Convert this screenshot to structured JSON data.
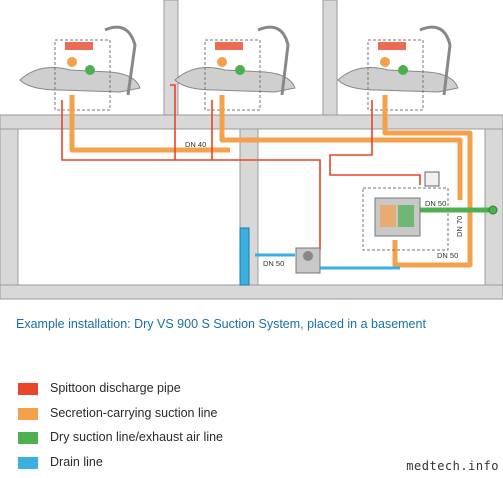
{
  "diagram": {
    "labels": {
      "dn40": "DN 40",
      "dn50_right": "DN 50",
      "dn70": "DN 70",
      "dn50_bottom": "DN 50",
      "dn50_drain": "DN 50"
    }
  },
  "caption": "Example installation: Dry VS 900 S Suction System, placed in a basement",
  "legend": [
    {
      "label": "Spittoon discharge pipe",
      "color": "#e8452a"
    },
    {
      "label": "Secretion-carrying suction line",
      "color": "#f5a04a"
    },
    {
      "label": "Dry suction line/exhaust air line",
      "color": "#4caf50"
    },
    {
      "label": "Drain line",
      "color": "#3ab0e0"
    }
  ],
  "watermark": "medtech.info"
}
